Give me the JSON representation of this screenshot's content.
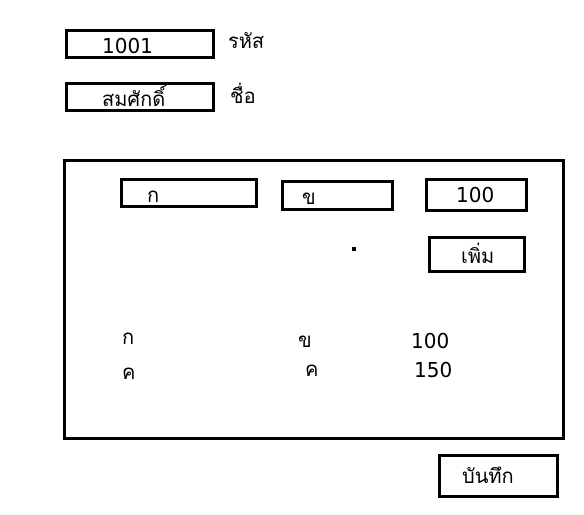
{
  "header": {
    "id_value": "1001",
    "id_label": "รหัส",
    "name_value": "สมศักดิ์",
    "name_label": "ชื่อ"
  },
  "entry": {
    "field1_value": "ก",
    "field2_value": "ข",
    "field3_value": "100",
    "add_label": "เพิ่ม"
  },
  "rows": [
    {
      "col1": "ก",
      "col2": "ข",
      "col3": "100"
    },
    {
      "col1": "ค",
      "col2": "ค",
      "col3": "150"
    }
  ],
  "footer": {
    "save_label": "บันทึก"
  }
}
